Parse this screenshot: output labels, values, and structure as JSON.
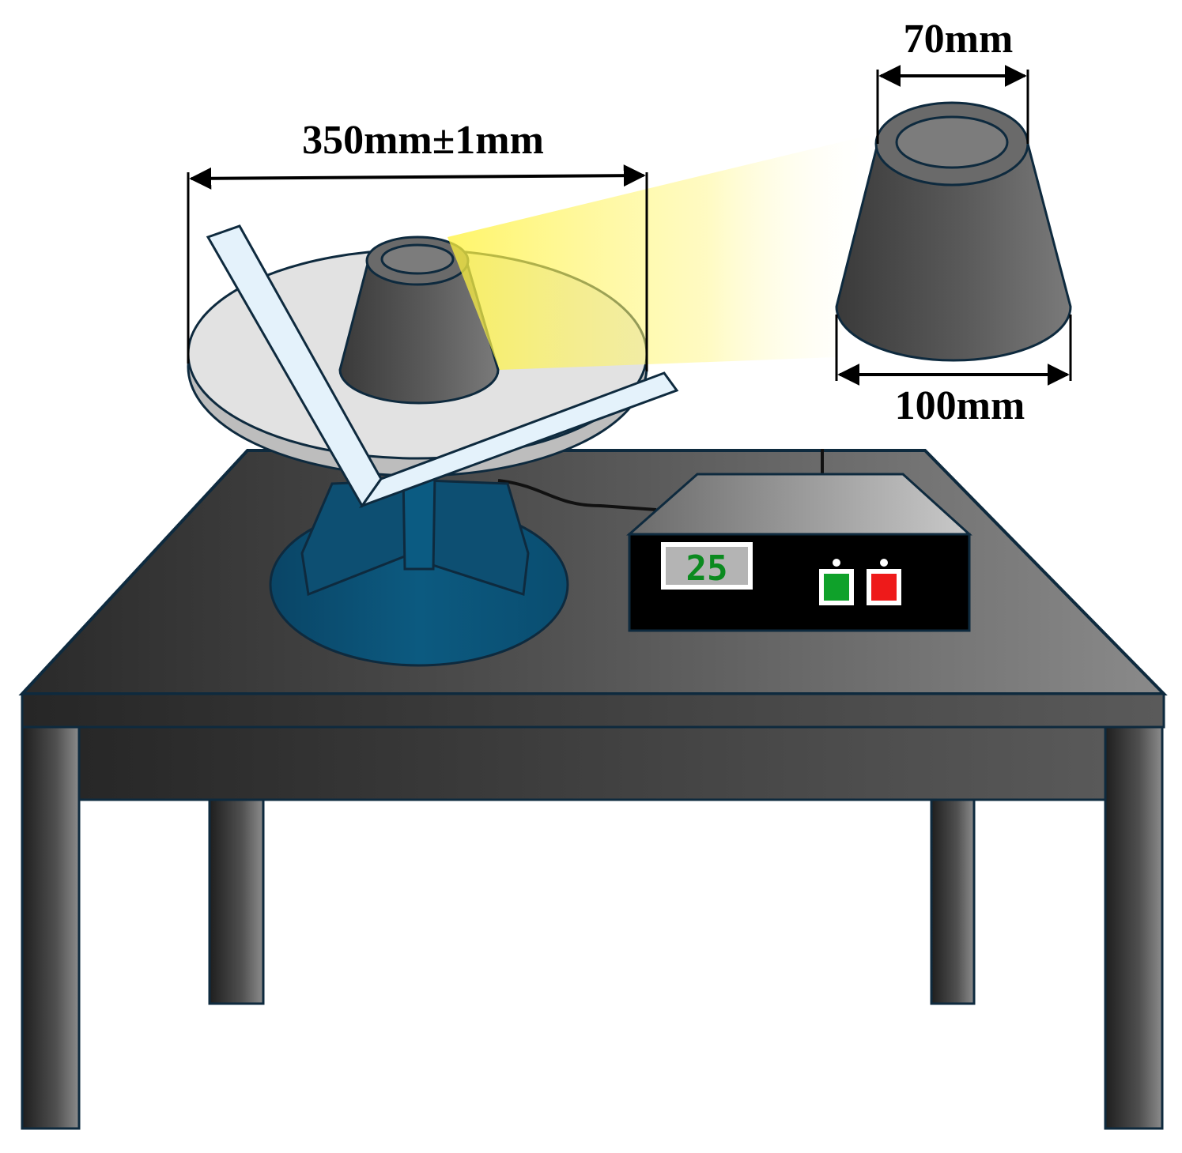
{
  "labels": {
    "table_diameter": "350mm±1mm",
    "mold_top_diameter": "70mm",
    "mold_bottom_diameter": "100mm"
  },
  "controller": {
    "counter_value": "25",
    "start_button_color": "#0fa12a",
    "stop_button_color": "#ee1a1a",
    "counter_text_color": "#0b8a1f"
  },
  "colors": {
    "table_top": "#5a5a5a",
    "table_outline": "#0e2a3e",
    "base": "#0b5b82",
    "flow_table_disc": "#e2e2e2",
    "caliper": "#e4f2fb",
    "mold": "#555555",
    "highlight": "#fff23a"
  }
}
